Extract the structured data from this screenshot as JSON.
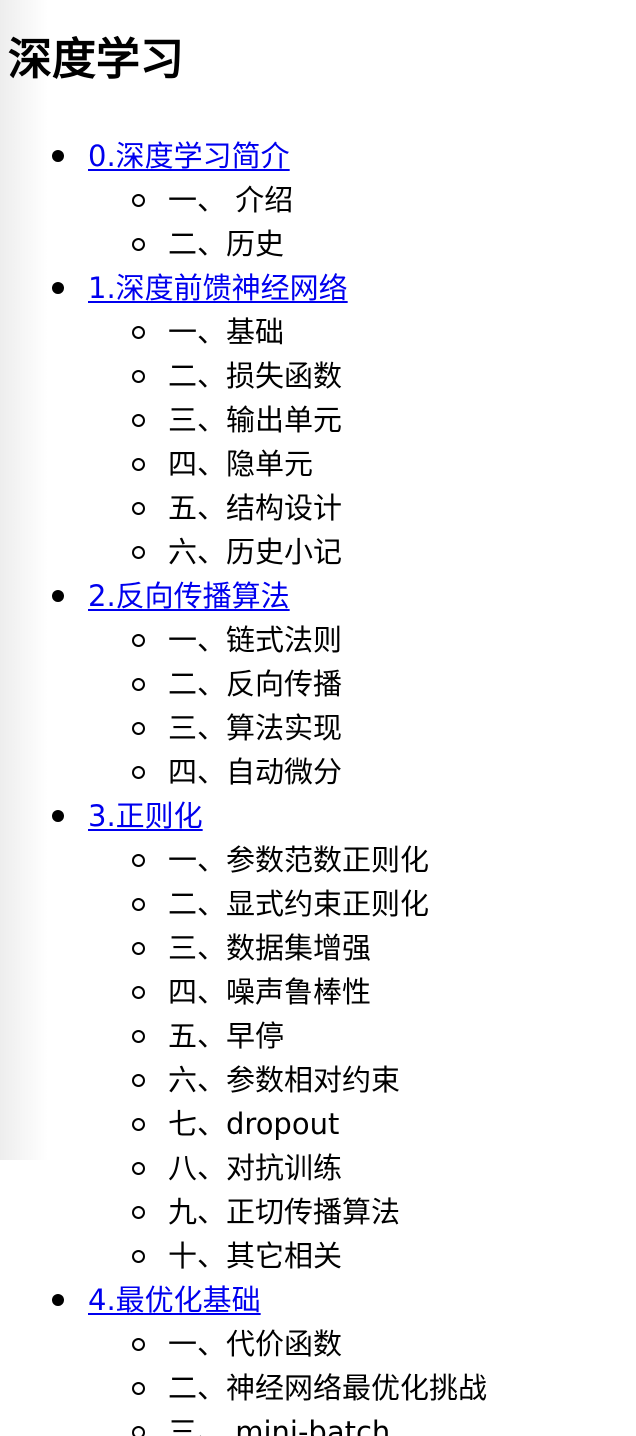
{
  "page": {
    "title": "深度学习"
  },
  "toc": [
    {
      "label": "0.深度学习简介",
      "sections": [
        "一、 介绍",
        "二、历史"
      ]
    },
    {
      "label": "1.深度前馈神经网络",
      "sections": [
        "一、基础",
        "二、损失函数",
        "三、输出单元",
        "四、隐单元",
        "五、结构设计",
        "六、历史小记"
      ]
    },
    {
      "label": "2.反向传播算法",
      "sections": [
        "一、链式法则",
        "二、反向传播",
        "三、算法实现",
        "四、自动微分"
      ]
    },
    {
      "label": "3.正则化",
      "sections": [
        "一、参数范数正则化",
        "二、显式约束正则化",
        "三、数据集增强",
        "四、噪声鲁棒性",
        "五、早停",
        "六、参数相对约束",
        "七、dropout",
        "八、对抗训练",
        "九、正切传播算法",
        "十、其它相关"
      ]
    },
    {
      "label": "4.最优化基础",
      "sections": [
        "一、代价函数",
        "二、神经网络最优化挑战",
        "三、 mini-batch"
      ]
    }
  ],
  "colors": {
    "link": "#0000ee",
    "text": "#000000",
    "background": "#ffffff"
  },
  "icons": {
    "chapter_bullet": "filled-disc-bullet-icon",
    "section_bullet": "hollow-circle-bullet-icon"
  }
}
